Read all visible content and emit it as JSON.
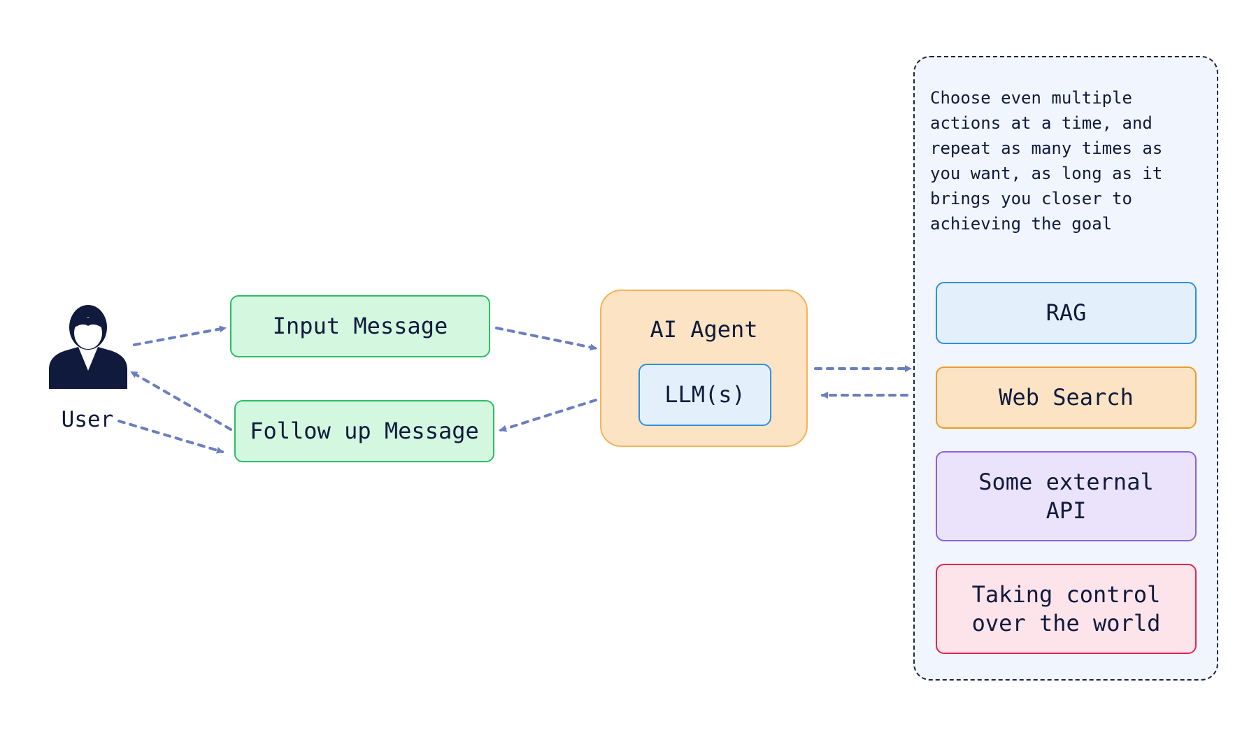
{
  "user": {
    "label": "User",
    "icon": "user-icon"
  },
  "messages": {
    "input": "Input Message",
    "followup": "Follow up Message"
  },
  "agent": {
    "title": "AI Agent",
    "llm": "LLM(s)"
  },
  "actions_panel": {
    "description": "Choose even multiple actions at a time, and repeat as many times as you want, as long as it brings you closer to achieving the goal",
    "actions": [
      {
        "label": "RAG"
      },
      {
        "label": "Web Search"
      },
      {
        "label": "Some external\nAPI"
      },
      {
        "label": "Taking control\nover the world"
      }
    ]
  },
  "colors": {
    "text": "#0f1a3c",
    "arrow": "#6b7fbf",
    "message_fill": "#d3f7df",
    "message_border": "#2fbd64",
    "agent_fill": "#fce3c3",
    "agent_border": "#f2b35a",
    "llm_fill": "#e3f0fc",
    "llm_border": "#2f8fe0",
    "panel_fill": "#f1f5fd",
    "panel_border": "#1d2440",
    "rag_fill": "#e3f0fc",
    "rag_border": "#2f8fe0",
    "web_fill": "#fce3c3",
    "web_border": "#ee9a2b",
    "api_fill": "#ebe3fc",
    "api_border": "#8d5fe0",
    "world_fill": "#fde3ea",
    "world_border": "#e0264f"
  }
}
